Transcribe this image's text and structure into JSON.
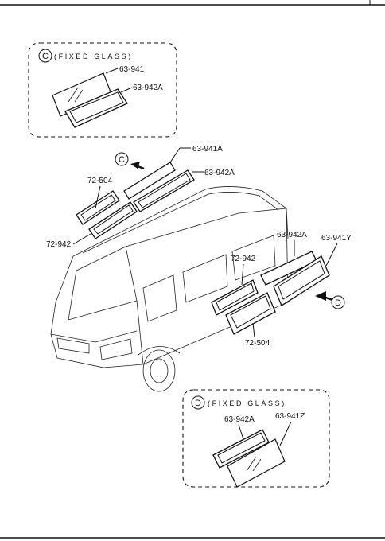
{
  "inset_c": {
    "marker": "C",
    "caption": "(FIXED GLASS)",
    "part_glass": "63-941",
    "part_gasket": "63-942A"
  },
  "upper_group": {
    "marker": "C",
    "part_glass": "63-941A",
    "part_gasket": "63-942A",
    "part_moulding": "72-504",
    "part_weatherstrip": "72-942"
  },
  "side_group": {
    "marker": "D",
    "part_gasket": "63-942A",
    "part_glass": "63-941Y",
    "part_weatherstrip": "72-942",
    "part_moulding": "72-504"
  },
  "inset_d": {
    "marker": "D",
    "caption": "(FIXED GLASS)",
    "part_gasket": "63-942A",
    "part_glass": "63-941Z"
  }
}
